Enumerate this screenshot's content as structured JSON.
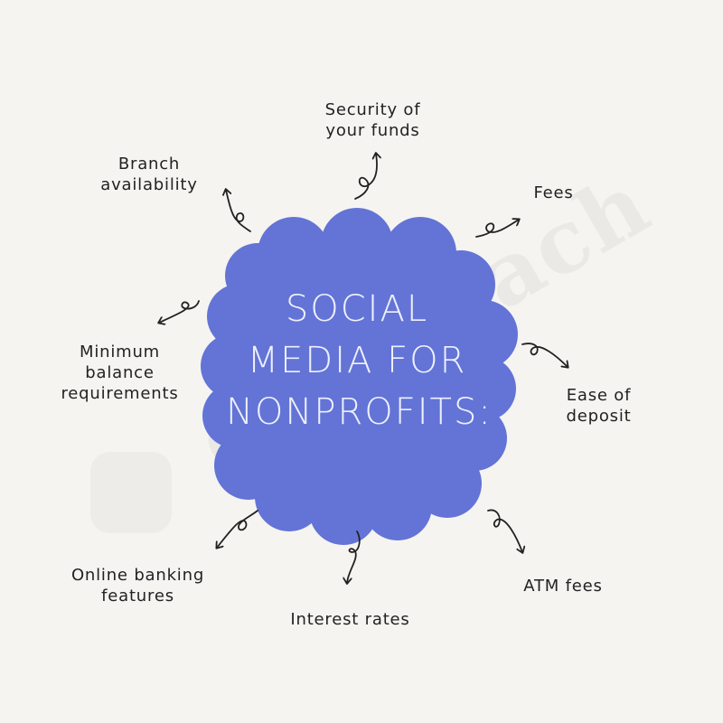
{
  "colors": {
    "background": "#f6f4f1",
    "blob": "#6374d6",
    "title_text": "#eef0ff",
    "label_text": "#222222",
    "arrow": "#222222"
  },
  "center": {
    "title": "SOCIAL\nMEDIA FOR\nNONPROFITS:"
  },
  "watermark": {
    "text": "everyoach",
    "icon": "smiley-note-icon"
  },
  "items": [
    {
      "id": "security",
      "label": "Security of\nyour funds"
    },
    {
      "id": "branch",
      "label": "Branch\navailability"
    },
    {
      "id": "fees",
      "label": "Fees"
    },
    {
      "id": "min-balance",
      "label": "Minimum\nbalance\nrequirements"
    },
    {
      "id": "ease-deposit",
      "label": "Ease of\ndeposit"
    },
    {
      "id": "online-banking",
      "label": "Online banking\nfeatures"
    },
    {
      "id": "interest",
      "label": "Interest rates"
    },
    {
      "id": "atm",
      "label": "ATM fees"
    }
  ],
  "arrows": [
    "curly-arrow-icon"
  ]
}
